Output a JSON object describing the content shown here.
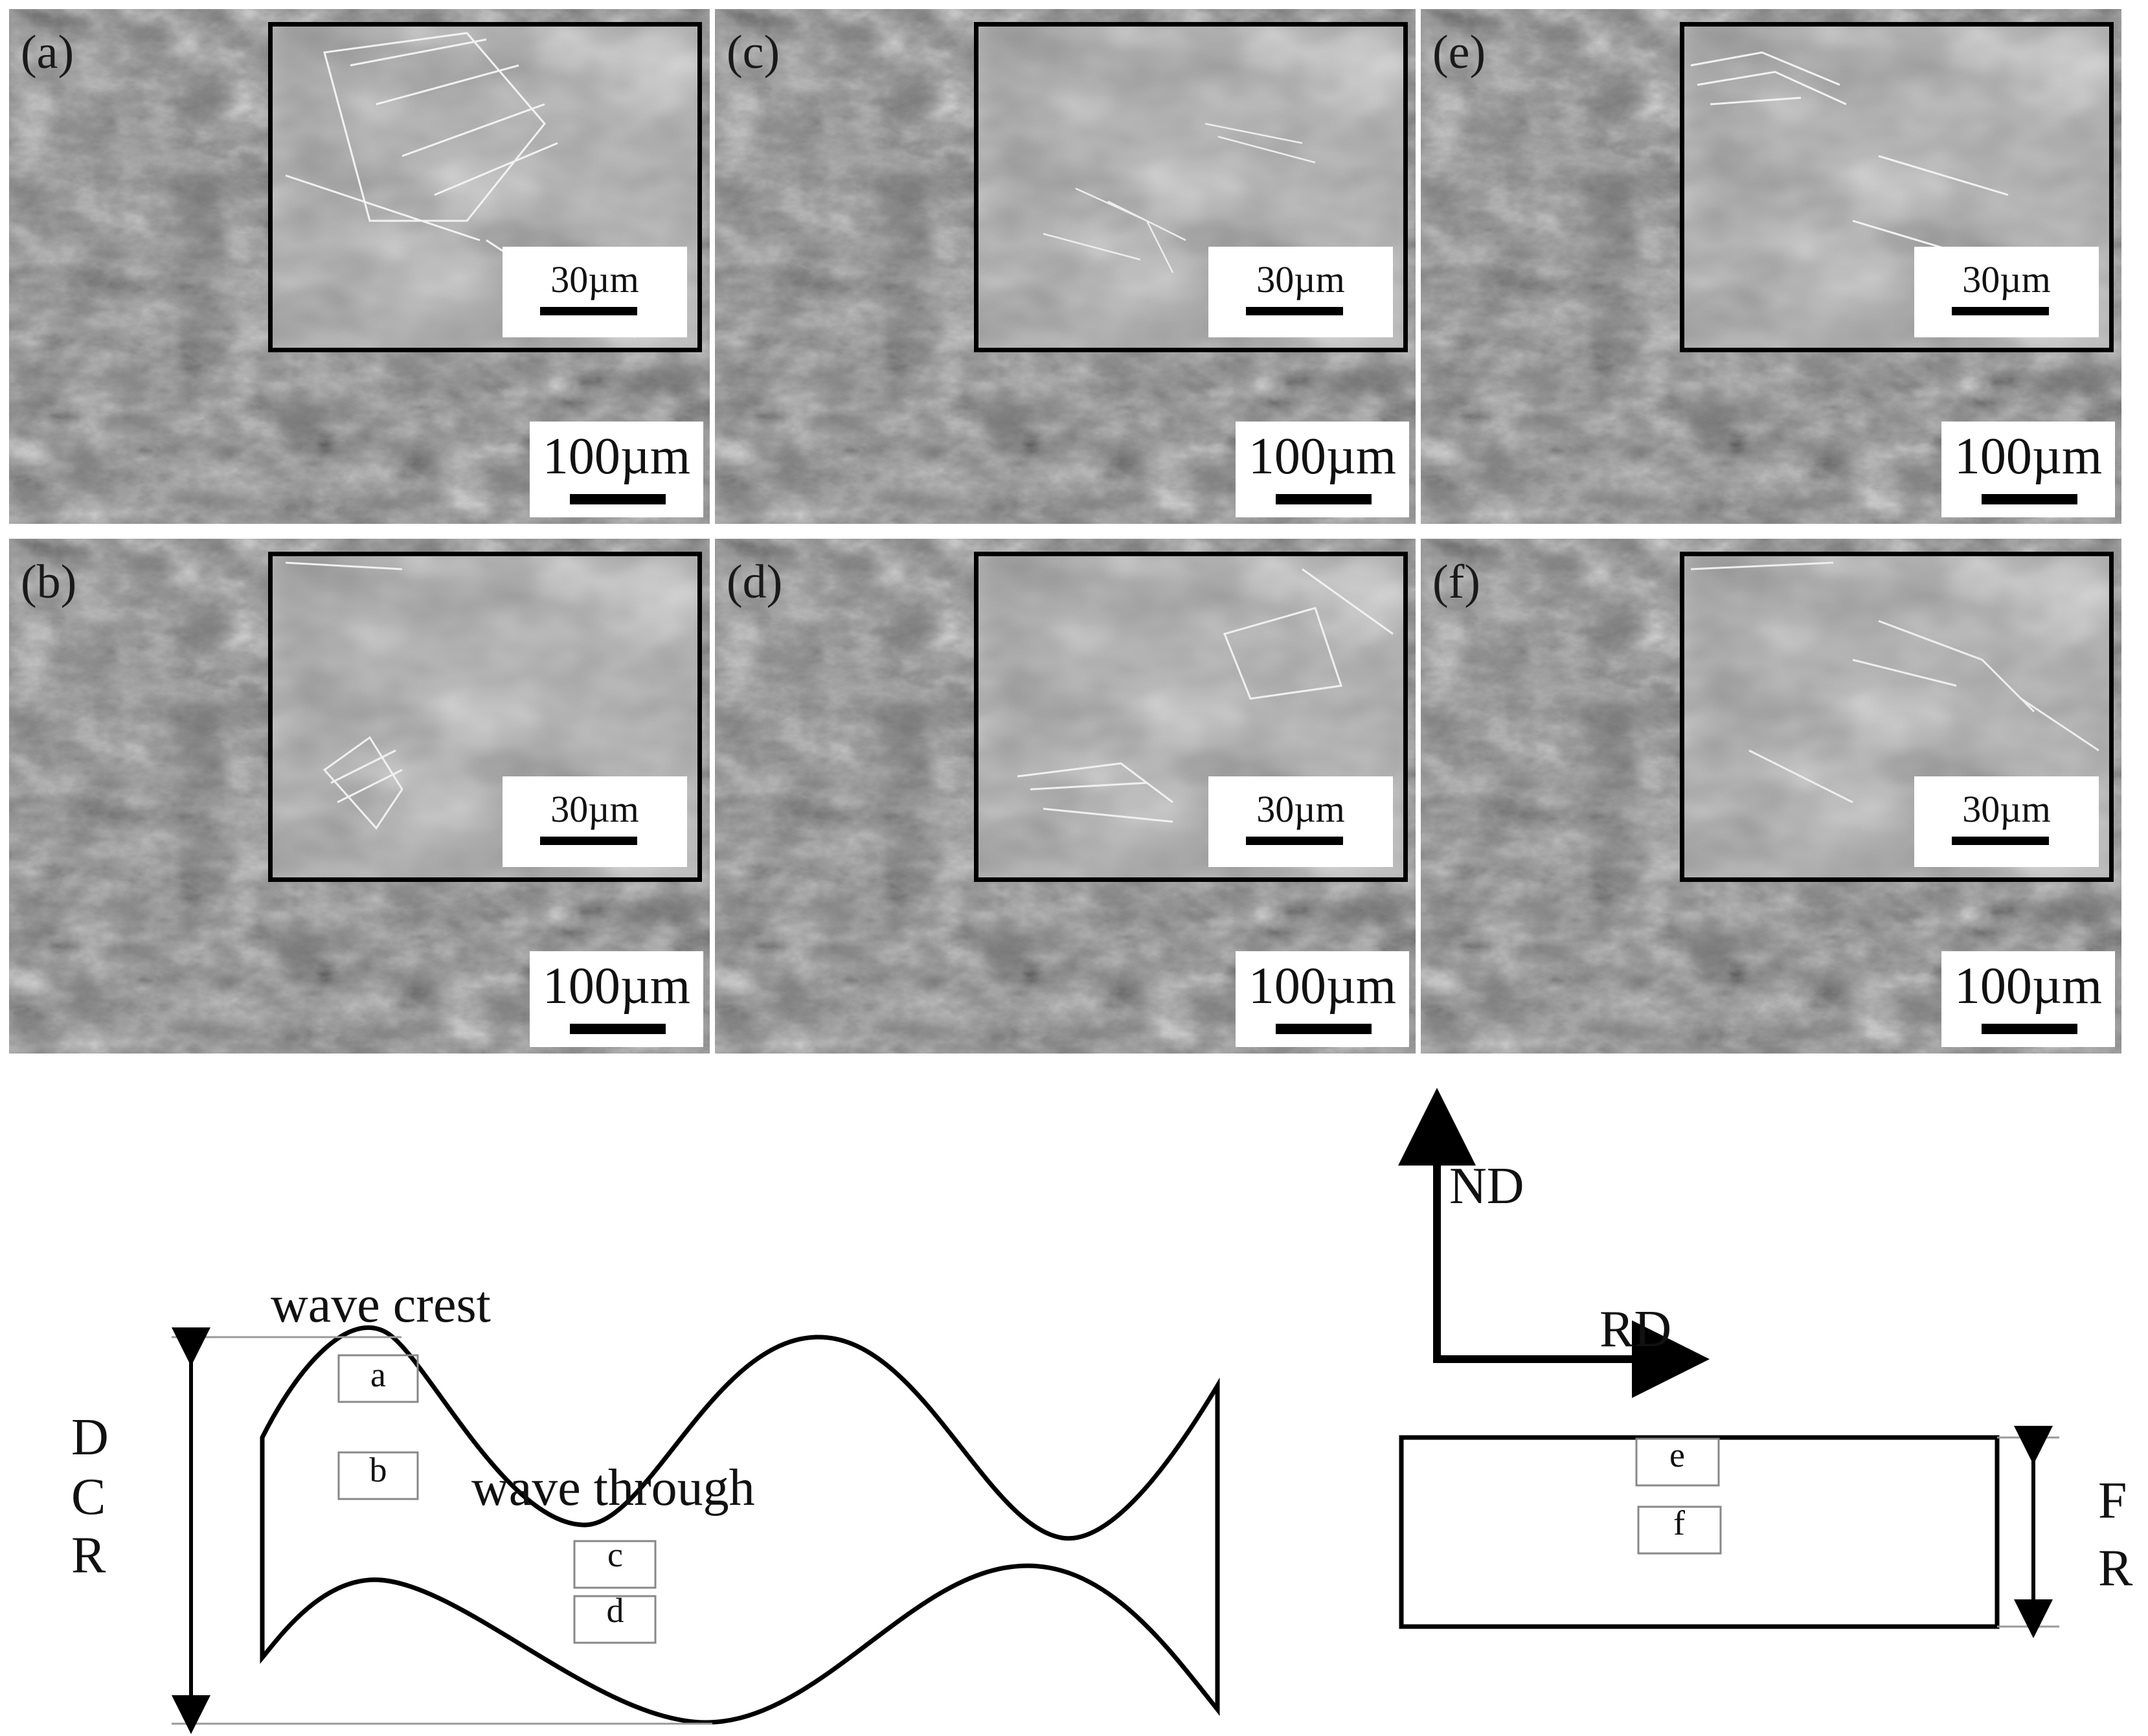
{
  "panels": [
    {
      "label": "(a)",
      "inset_scale": "30µm",
      "main_scale": "100µm"
    },
    {
      "label": "(b)",
      "inset_scale": "30µm",
      "main_scale": "100µm"
    },
    {
      "label": "(c)",
      "inset_scale": "30µm",
      "main_scale": "100µm"
    },
    {
      "label": "(d)",
      "inset_scale": "30µm",
      "main_scale": "100µm"
    },
    {
      "label": "(e)",
      "inset_scale": "30µm",
      "main_scale": "100µm"
    },
    {
      "label": "(f)",
      "inset_scale": "30µm",
      "main_scale": "100µm"
    }
  ],
  "dcr_diagram": {
    "wave_crest": "wave crest",
    "wave_trough": "wave through",
    "side_label": [
      "D",
      "C",
      "R"
    ],
    "boxes": [
      "a",
      "b",
      "c",
      "d"
    ]
  },
  "fr_diagram": {
    "axis_nd": "ND",
    "axis_rd": "RD",
    "side_label": [
      "F",
      "R"
    ],
    "boxes": [
      "e",
      "f"
    ]
  }
}
